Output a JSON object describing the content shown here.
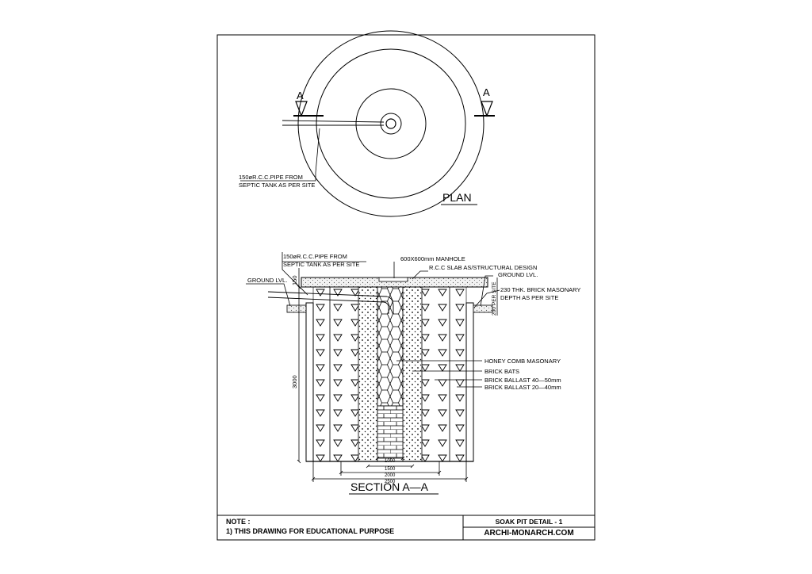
{
  "plan": {
    "title": "PLAN",
    "section_marker": "A",
    "pipe_note_line1": "150øR.C.C.PIPE FROM",
    "pipe_note_line2": "SEPTIC TANK AS PER SITE"
  },
  "section": {
    "title": "SECTION  A—A",
    "pipe_note_line1": "150øR.C.C.PIPE FROM",
    "pipe_note_line2": "SEPTIC TANK AS PER SITE",
    "manhole_note": "600X600mm  MANHOLE",
    "slab_note": "R.C.C SLAB AS/STRUCTURAL DESIGN",
    "ground_left": "GROUND LVL.",
    "ground_right": "GROUND LVL.",
    "masonry_note_line1": "230 THK. BRICK MASONARY",
    "masonry_note_line2": "DEPTH AS PER SITE",
    "legend": [
      "HONEY COMB MASONARY",
      "BRICK BATS",
      "BRICK BALLAST 40—50mm",
      "BRICK BALLAST 20—40mm"
    ],
    "dims": {
      "slab": "150",
      "depth": "3000",
      "per_site": "PER SITE",
      "ground_depth": "200",
      "w1": "1000",
      "w2": "1500",
      "w3": "2000",
      "w4": "2500"
    }
  },
  "title_block": {
    "note_heading": "NOTE :",
    "note_line": "1) THIS DRAWING FOR EDUCATIONAL PURPOSE",
    "drawing_title": "SOAK PIT DETAIL - 1",
    "brand": "ARCHI-MONARCH.COM"
  }
}
